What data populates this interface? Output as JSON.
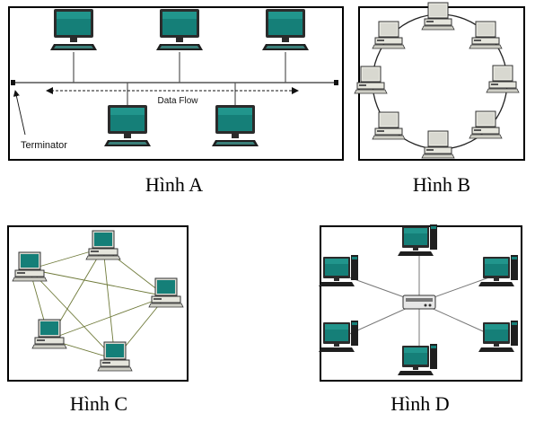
{
  "figures": [
    {
      "id": "A",
      "caption": "Hình A",
      "data_flow_label": "Data Flow",
      "terminator_label": "Terminator"
    },
    {
      "id": "B",
      "caption": "Hình B"
    },
    {
      "id": "C",
      "caption": "Hình C"
    },
    {
      "id": "D",
      "caption": "Hình D"
    }
  ],
  "colors": {
    "screen": "#157f78",
    "screen_light": "#2aa39a",
    "bezel": "#2b2b2b",
    "cable": "#555555",
    "mesh_line": "#6f7a3a",
    "ring": "#222222"
  }
}
